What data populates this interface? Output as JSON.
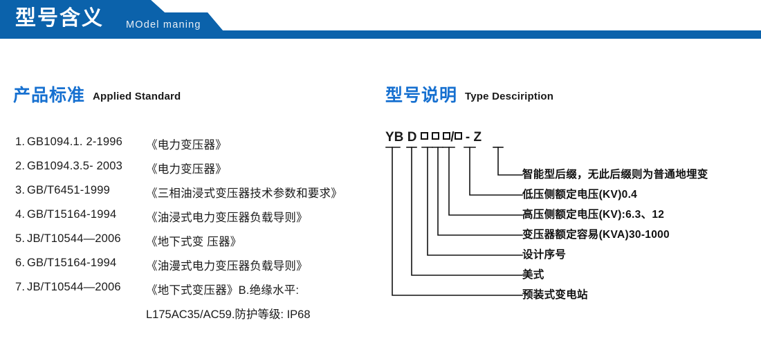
{
  "banner": {
    "title": "型号含义",
    "subtitle": "MOdel maning",
    "bg_color": "#0b62ab",
    "bar_color": "#0b62ab"
  },
  "sections": {
    "standards": {
      "heading_cn": "产品标准",
      "heading_en": "Applied Standard",
      "heading_color": "#1670d0",
      "items": [
        {
          "index": "1.",
          "code": "GB1094.1. 2-1996",
          "title": "《电力变压器》"
        },
        {
          "index": "2.",
          "code": "GB1094.3.5- 2003",
          "title": "《电力变压器》"
        },
        {
          "index": "3.",
          "code": "GB/T6451-1999",
          "title": "《三相油浸式变压器技术参数和要求》"
        },
        {
          "index": "4.",
          "code": "GB/T15164-1994",
          "title": "《油浸式电力变压器负载导则》"
        },
        {
          "index": "5.",
          "code": "JB/T10544—2006",
          "title": "《地下式变 压器》"
        },
        {
          "index": "6.",
          "code": "GB/T15164-1994",
          "title": "《油漫式电力变压器负载导则》"
        },
        {
          "index": "7.",
          "code": "JB/T10544—2006",
          "title": "《地下式变压器》B.绝缘水平:"
        }
      ],
      "continuation": "L175AC35/AC59.防护等级: IP68"
    },
    "type_description": {
      "heading_cn": "型号说明",
      "heading_en": "Type Desciription",
      "heading_color": "#1670d0",
      "code": {
        "prefix1": "YB",
        "prefix2": "D",
        "box_count_left": 3,
        "slash": "/",
        "box_count_right": 1,
        "dash": "-",
        "suffix": "Z",
        "full_text": "YB D □□□/□ - Z"
      },
      "labels": [
        "智能型后缀，无此后缀则为普通地埋变",
        "低压侧额定电压(KV)0.4",
        "高压侧额定电压(KV):6.3、12",
        "变压器额定容易(KVA)30-1000",
        "设计序号",
        "美式",
        "预装式变电站"
      ]
    }
  }
}
